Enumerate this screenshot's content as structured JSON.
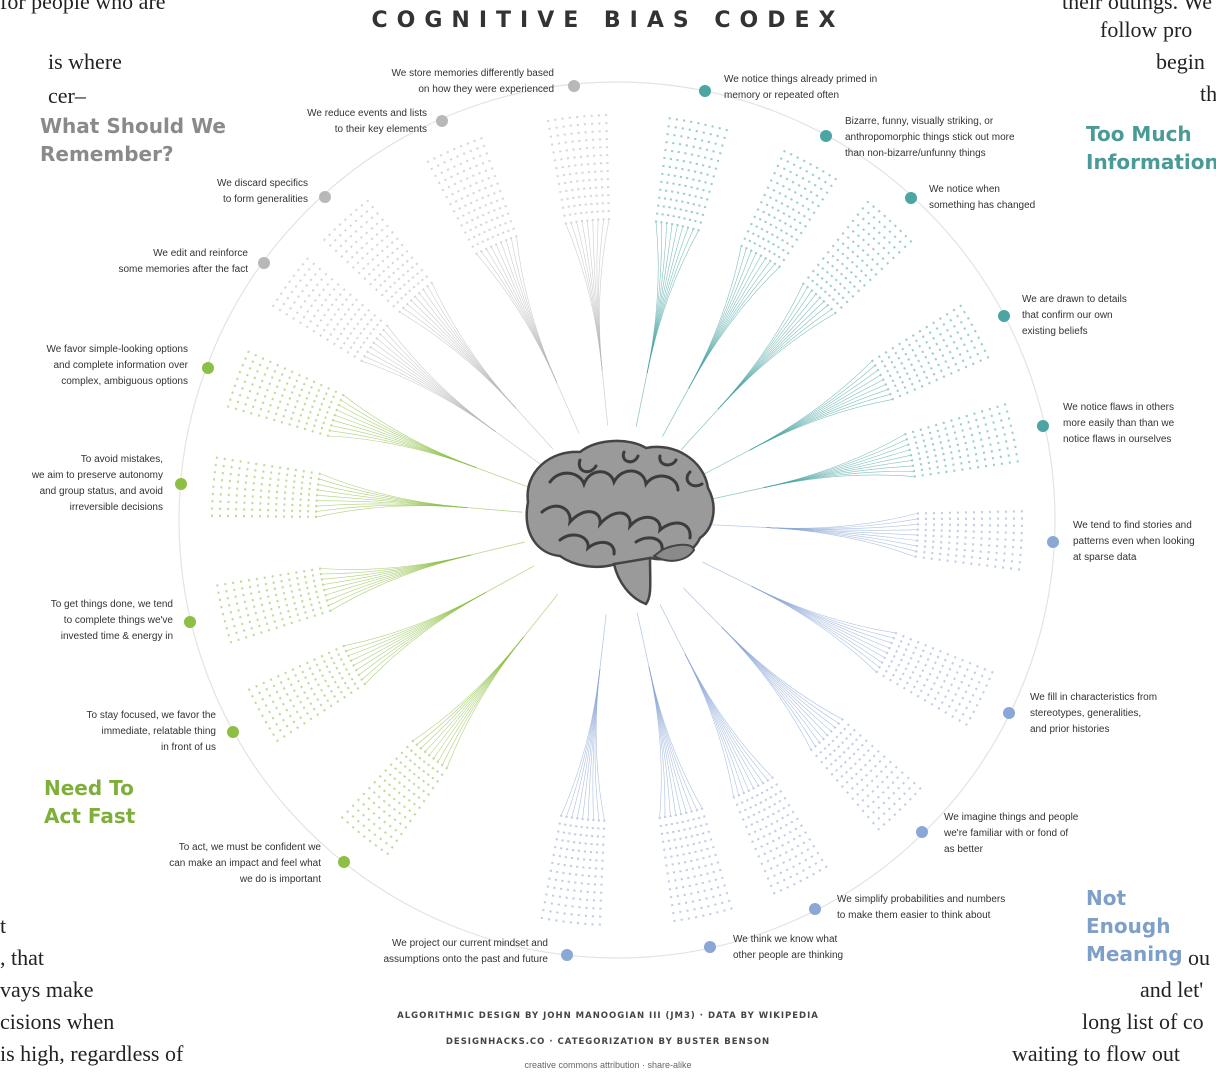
{
  "background_text": {
    "left": [
      "for people who are",
      "is where",
      "cer–",
      "t",
      ", that",
      "vays make",
      "cisions when",
      "is high, regardless of"
    ],
    "right": [
      "their outings. We",
      "follow pro",
      "begin",
      "th",
      "ou",
      "and let'",
      "long list of co",
      "waiting to flow out"
    ]
  },
  "title": "COGNITIVE BIAS CODEX",
  "quadrants": {
    "remember": {
      "label": "What Should We\nRemember?",
      "color": "#8a8a8a"
    },
    "too_much": {
      "label": "Too Much\nInformation",
      "color": "#4a9a98"
    },
    "meaning": {
      "label": "Not Enough\nMeaning",
      "color": "#7e9fc7"
    },
    "act_fast": {
      "label": "Need To\nAct Fast",
      "color": "#7faf3a"
    }
  },
  "colors": {
    "remember": "#b8b8b8",
    "too_much": "#4aa5a3",
    "meaning": "#8aa7d6",
    "act_fast": "#8cbf43",
    "meaning_blue": "#a8c3e6"
  },
  "categories": [
    {
      "id": "c1",
      "text": "We store memories differently based\non how they were experienced",
      "group": "remember"
    },
    {
      "id": "c2",
      "text": "We reduce events and lists\nto their key elements",
      "group": "remember"
    },
    {
      "id": "c3",
      "text": "We discard specifics\nto form generalities",
      "group": "remember"
    },
    {
      "id": "c4",
      "text": "We edit and reinforce\nsome memories after the fact",
      "group": "remember"
    },
    {
      "id": "c5",
      "text": "We favor simple-looking options\nand complete information over\ncomplex, ambiguous options",
      "group": "act_fast"
    },
    {
      "id": "c6",
      "text": "To avoid mistakes,\nwe aim to preserve autonomy\nand group status, and avoid\nirreversible decisions",
      "group": "act_fast"
    },
    {
      "id": "c7",
      "text": "To get things done, we tend\nto complete things we've\ninvested time & energy in",
      "group": "act_fast"
    },
    {
      "id": "c8",
      "text": "To stay focused, we favor the\nimmediate, relatable thing\nin front of us",
      "group": "act_fast"
    },
    {
      "id": "c9",
      "text": "To act, we must be confident we\ncan make an impact and feel what\nwe do is important",
      "group": "act_fast"
    },
    {
      "id": "c10",
      "text": "We project our current mindset and\nassumptions onto the past and future",
      "group": "meaning"
    },
    {
      "id": "c11",
      "text": "We think we know what\nother people are thinking",
      "group": "meaning"
    },
    {
      "id": "c12",
      "text": "We simplify probabilities and numbers\nto make them easier to think about",
      "group": "meaning"
    },
    {
      "id": "c13",
      "text": "We imagine things and people\nwe're familiar with or fond of\nas better",
      "group": "meaning"
    },
    {
      "id": "c14",
      "text": "We fill in characteristics from\nstereotypes, generalities,\nand prior histories",
      "group": "meaning"
    },
    {
      "id": "c15",
      "text": "We tend to find stories and\npatterns even when looking\nat sparse data",
      "group": "meaning"
    },
    {
      "id": "c16",
      "text": "We notice flaws in others\nmore easily than than we\nnotice flaws in ourselves",
      "group": "too_much"
    },
    {
      "id": "c17",
      "text": "We are drawn to details\nthat confirm our own\nexisting beliefs",
      "group": "too_much"
    },
    {
      "id": "c18",
      "text": "We notice when\nsomething has changed",
      "group": "too_much"
    },
    {
      "id": "c19",
      "text": "Bizarre, funny, visually striking, or\nanthropomorphic things stick out more\nthan non-bizarre/unfunny things",
      "group": "too_much"
    },
    {
      "id": "c20",
      "text": "We notice things already primed in\nmemory or repeated often",
      "group": "too_much"
    }
  ],
  "credits": {
    "line1": "ALGORITHMIC DESIGN BY JOHN MANOOGIAN III (JM3)  ·  DATA BY WIKIPEDIA",
    "line2": "DESIGNHACKS.CO  ·  CATEGORIZATION BY BUSTER BENSON",
    "license": "creative commons  attribution · share-alike"
  },
  "icons": {
    "brain": "brain-icon"
  }
}
